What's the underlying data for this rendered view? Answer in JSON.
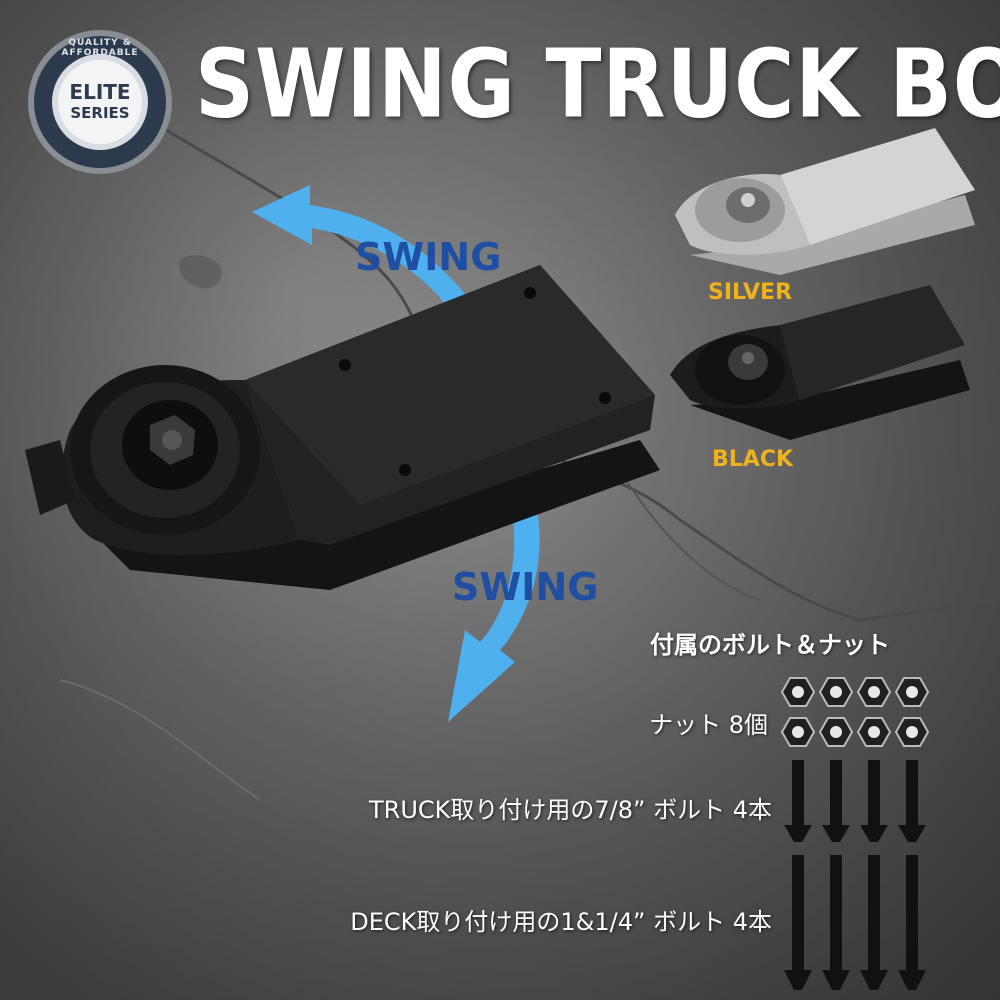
{
  "header": {
    "title": "SWING TRUCK BOOSTER"
  },
  "badge": {
    "main": "ELITE",
    "sub": "SERIES",
    "ring_text": "QUALITY & AFFORDABLE"
  },
  "swing_labels": {
    "upper": "SWING",
    "lower": "SWING"
  },
  "variants": {
    "silver": "SILVER",
    "black": "BLACK"
  },
  "accessories": {
    "title": "付属のボルト＆ナット",
    "nuts": "ナット 8個",
    "truck_bolts": "TRUCK取り付け用の7/8” ボルト 4本",
    "deck_bolts": "DECK取り付け用の1&1/4” ボルト 4本"
  },
  "colors": {
    "arrow": "#4fb0ee",
    "swing_text": "#1e4fa3",
    "variant_text": "#f0b21c",
    "product_black": "#1c1c1c",
    "product_silver": "#c8c8c8"
  }
}
